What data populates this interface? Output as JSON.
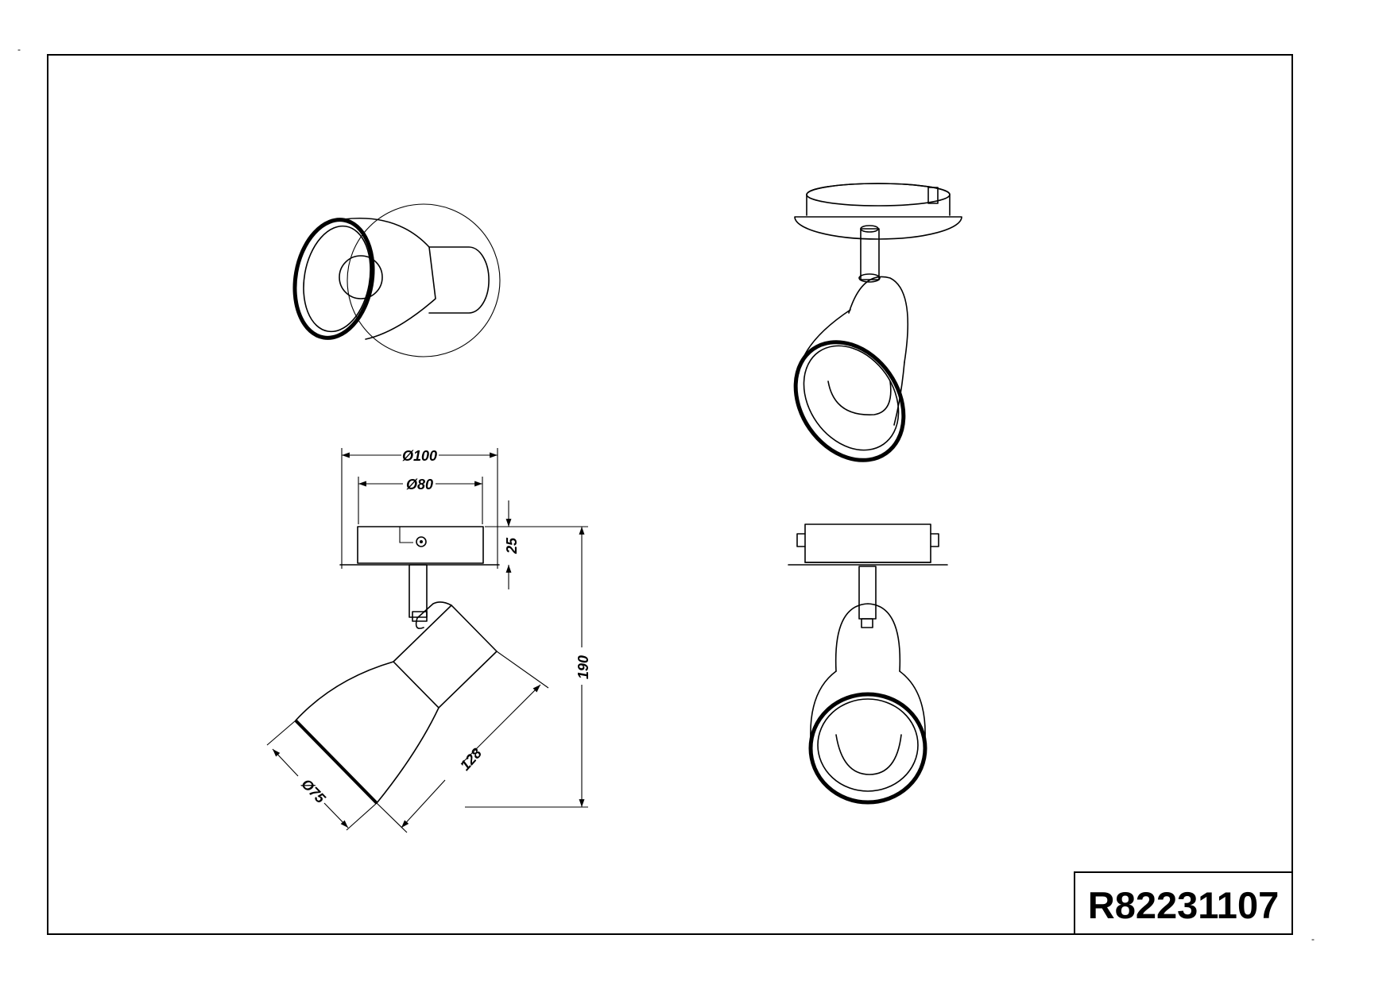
{
  "product_code": "R82231107",
  "corner_marks": {
    "top_left": "-",
    "bottom_right": "-"
  },
  "dimensions": {
    "base_outer_diameter": "Ø100",
    "base_inner_diameter": "Ø80",
    "base_height": "25",
    "total_height": "190",
    "shade_length": "128",
    "shade_diameter": "Ø75"
  }
}
